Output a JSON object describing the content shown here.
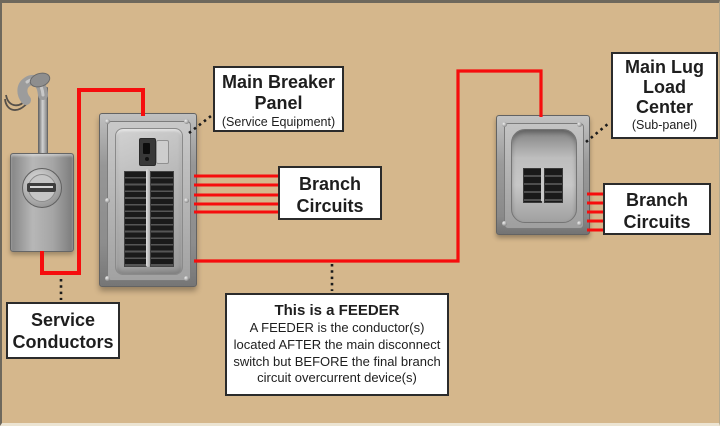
{
  "colors": {
    "bg": "#d5b78c",
    "wire": "#f60d0d",
    "connector": "#1b1b1b",
    "box-bg": "#ffffff",
    "box-border": "#2b2b2b",
    "text": "#1e1e1e",
    "breaker": "#1a1a1a"
  },
  "labels": {
    "main_breaker": {
      "line1": "Main Breaker",
      "line2": "Panel",
      "subtitle": "(Service Equipment)"
    },
    "main_lug": {
      "line1": "Main Lug",
      "line2": "Load",
      "line3": "Center",
      "subtitle": "(Sub-panel)"
    },
    "branch_left": {
      "line1": "Branch",
      "line2": "Circuits"
    },
    "branch_right": {
      "line1": "Branch",
      "line2": "Circuits"
    },
    "service_conductors": {
      "line1": "Service",
      "line2": "Conductors"
    },
    "feeder_note": {
      "title": "This is a FEEDER",
      "line1": "A FEEDER is the conductor(s)",
      "line2": "located AFTER the main disconnect",
      "line3": "switch but BEFORE the final branch",
      "line4": "circuit overcurrent device(s)"
    }
  }
}
